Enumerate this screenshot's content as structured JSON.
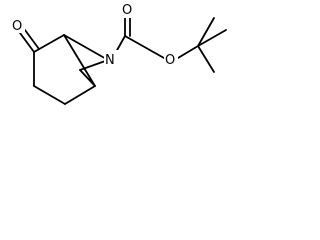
{
  "molecule": {
    "atoms": {
      "ketone_oxygen": "O",
      "ring_nitrogen": "N",
      "carbonyl_oxygen": "O",
      "ester_oxygen": "O"
    }
  }
}
